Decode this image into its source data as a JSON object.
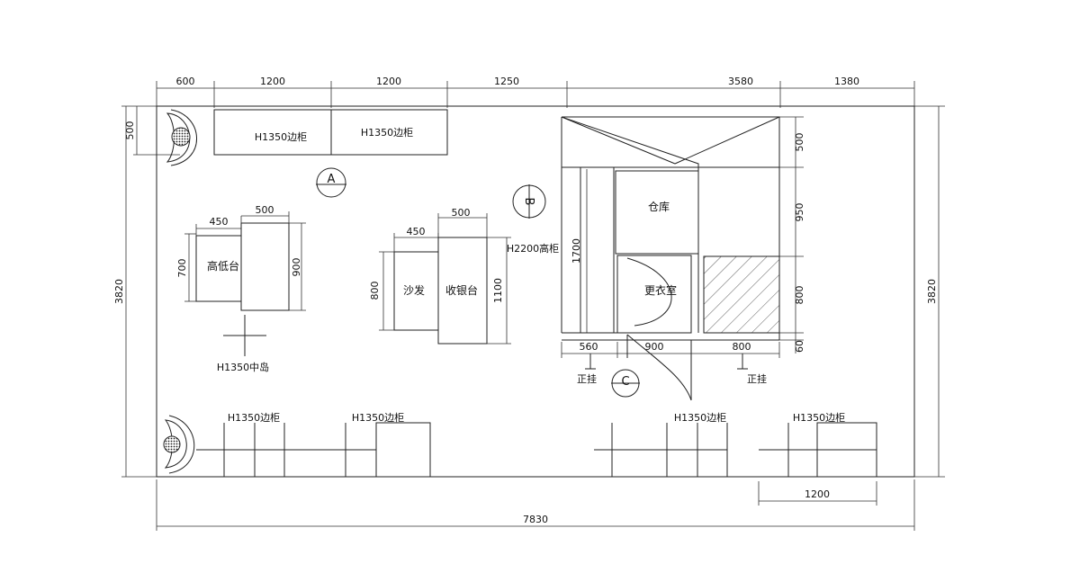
{
  "dims": {
    "top": [
      "600",
      "1200",
      "1200",
      "1250",
      "3580",
      "1380"
    ],
    "total_width": "7830",
    "left_height": "3820",
    "right_height": "3820",
    "left_top": "500",
    "right_col": [
      "500",
      "950",
      "800",
      "60"
    ],
    "desk_left_w": "450",
    "desk_left_w2": "500",
    "desk_left_h": "700",
    "desk_left_h2": "900",
    "sofa_w": "450",
    "cashier_w": "500",
    "sofa_h": "800",
    "cashier_h": "1100",
    "room_h": "1700",
    "bottom_widths": [
      "560",
      "900",
      "800"
    ],
    "bottom_right": "1200"
  },
  "labels": {
    "cabinet_top_1": "H1350边柜",
    "cabinet_top_2": "H1350边柜",
    "high_low_table": "高低台",
    "island": "H1350中岛",
    "sofa": "沙发",
    "cashier": "收银台",
    "tall_cabinet": "H2200高柜",
    "warehouse": "仓库",
    "fitting_room": "更衣室",
    "hang_1": "正挂",
    "hang_2": "正挂",
    "bottom_cab_1": "H1350边柜",
    "bottom_cab_2": "H1350边柜",
    "bottom_cab_3": "H1350边柜",
    "bottom_cab_4": "H1350边柜",
    "view_a": "A",
    "view_b": "B",
    "view_c": "C"
  }
}
